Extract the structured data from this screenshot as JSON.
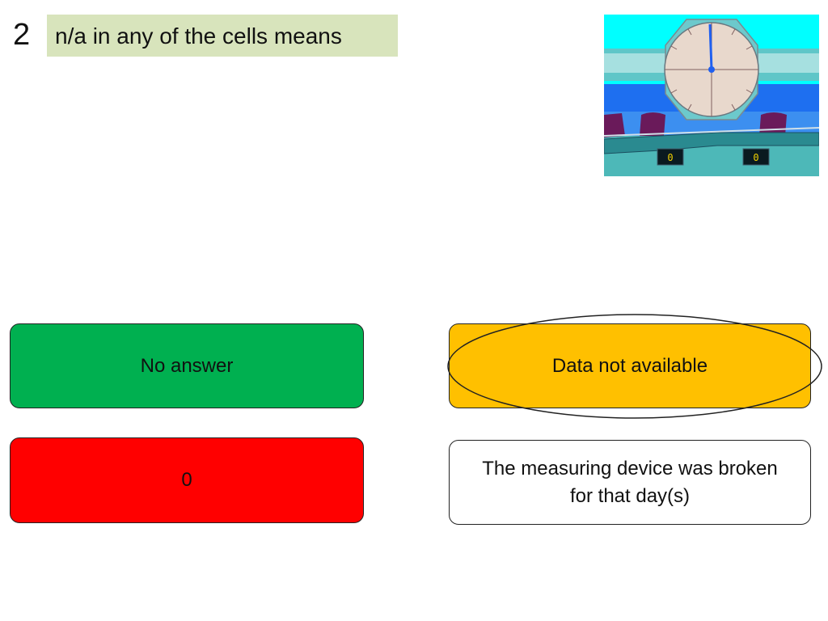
{
  "question": {
    "number": "2",
    "text": "n/a in any of the cells means"
  },
  "answers": [
    {
      "id": "a",
      "label": "No answer",
      "color": "#00b050"
    },
    {
      "id": "b",
      "label": "Data not available",
      "color": "#ffc000",
      "selected": true
    },
    {
      "id": "c",
      "label": "0",
      "color": "#ff0000"
    },
    {
      "id": "d",
      "label": "The measuring device was broken for that day(s)",
      "color": "#ffffff"
    }
  ],
  "scoreboard": {
    "left_score": "0",
    "right_score": "0"
  },
  "colors": {
    "question_bg": "#d8e4bc",
    "scene_sky": "#00ffff",
    "scene_wall": "#1e6ff0",
    "selection_ring": "#222222"
  },
  "icons": [
    "clock-icon",
    "chair-icon"
  ]
}
